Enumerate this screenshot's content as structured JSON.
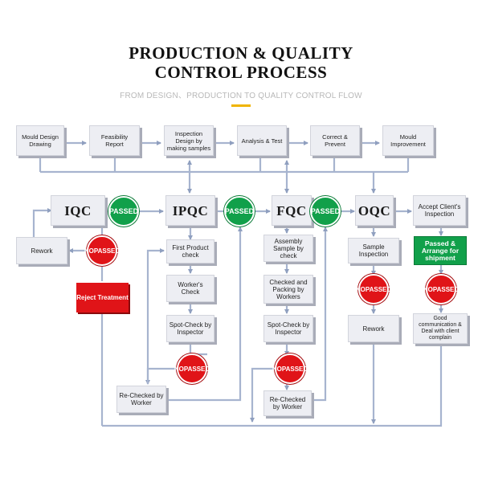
{
  "header": {
    "title_line1": "PRODUCTION & QUALITY",
    "title_line2": "CONTROL PROCESS",
    "subtitle": "FROM DESIGN、PRODUCTION TO QUALITY CONTROL FLOW"
  },
  "design_steps": {
    "mould_design": "Mould Design Drawing",
    "feasibility": "Feasibility Report",
    "inspection_design": "Inspection Design by making samples",
    "analysis": "Analysis & Test",
    "correct": "Correct & Prevent",
    "improvement": "Mould Improvement"
  },
  "stages": {
    "iqc": "IQC",
    "ipqc": "IPQC",
    "fqc": "FQC",
    "oqc": "OQC"
  },
  "badges": {
    "passed": "PASSED",
    "no": "NO",
    "passed_word": "PASSED"
  },
  "iqc_branch": {
    "rework": "Rework",
    "reject": "Reject Treatment"
  },
  "ipqc_branch": {
    "first_product": "First Product check",
    "workers_check": "Worker's Check",
    "spot_check": "Spot-Check by Inspector",
    "rechecked": "Re-Checked by Worker"
  },
  "fqc_branch": {
    "assembly": "Assembly Sample by check",
    "checked_packing": "Checked and Packing by Workers",
    "spot_check": "Spot-Check by Inspector",
    "rechecked": "Re-Checked by Worker"
  },
  "oqc_branch": {
    "sample": "Sample Inspection",
    "rework": "Rework"
  },
  "client_branch": {
    "accept": "Accept Client's Inspection",
    "passed_arrange": "Passed & Arrange for shipment",
    "good_comm": "Good communication & Deal with client complain"
  },
  "colors": {
    "passed_green": "#11a04a",
    "fail_red": "#e01418",
    "box_fill": "#edeef3",
    "line": "#8f9fbf",
    "accent": "#f0b400"
  }
}
